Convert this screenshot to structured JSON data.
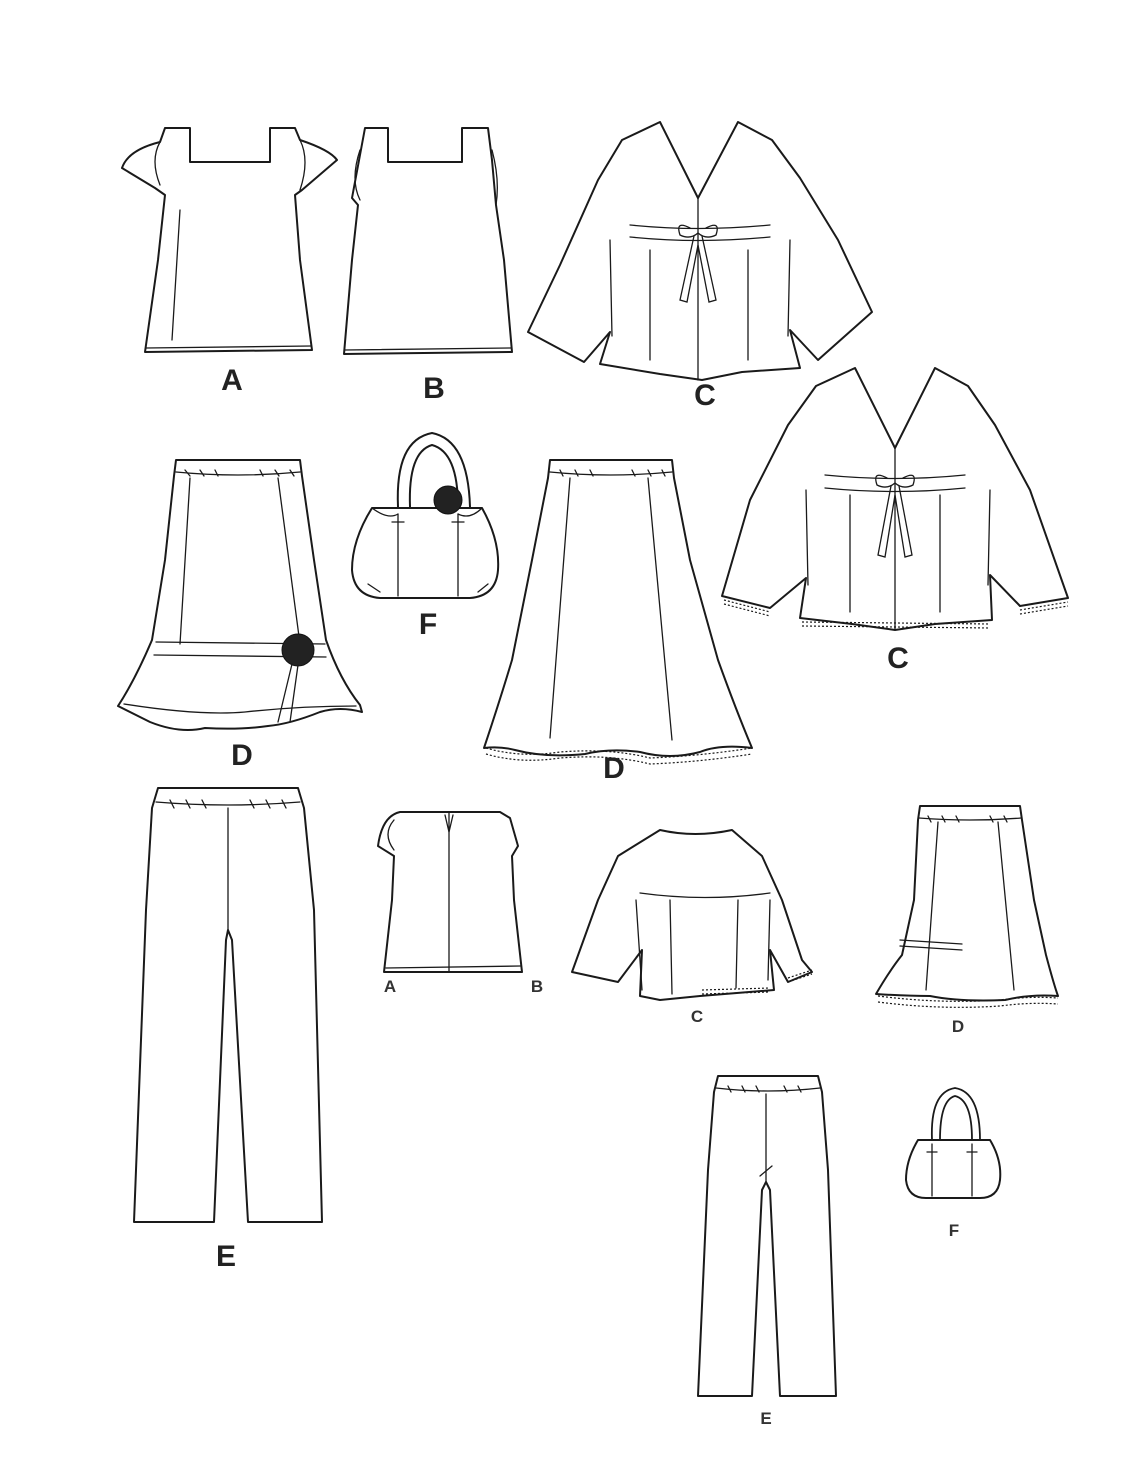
{
  "front_views": [
    {
      "id": "top-a",
      "label": "A"
    },
    {
      "id": "top-b",
      "label": "B"
    },
    {
      "id": "jacket-c-top",
      "label": "C"
    },
    {
      "id": "jacket-c-trim",
      "label": "C"
    },
    {
      "id": "skirt-d-flounce",
      "label": "D"
    },
    {
      "id": "bag-f",
      "label": "F"
    },
    {
      "id": "skirt-d-long",
      "label": "D"
    },
    {
      "id": "pants-e",
      "label": "E"
    }
  ],
  "back_views": [
    {
      "id": "top-back",
      "label_left": "A",
      "label_right": "B"
    },
    {
      "id": "jacket-back",
      "label": "C"
    },
    {
      "id": "skirt-back",
      "label": "D"
    },
    {
      "id": "pants-back",
      "label": "E"
    },
    {
      "id": "bag-back",
      "label": "F"
    }
  ]
}
